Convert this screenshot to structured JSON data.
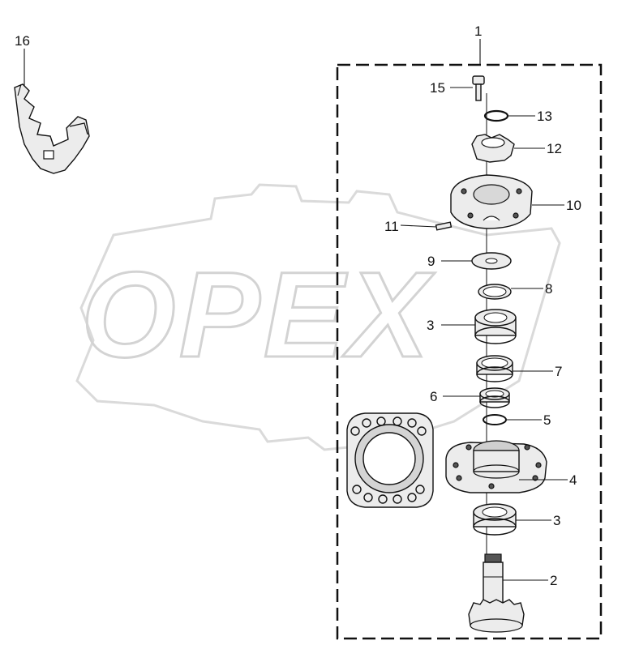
{
  "watermark": {
    "text": "OPEX"
  },
  "assembly_label": "1",
  "callouts": [
    {
      "id": "c16",
      "text": "16"
    },
    {
      "id": "c15",
      "text": "15"
    },
    {
      "id": "c13",
      "text": "13"
    },
    {
      "id": "c12",
      "text": "12"
    },
    {
      "id": "c10",
      "text": "10"
    },
    {
      "id": "c11",
      "text": "11"
    },
    {
      "id": "c9",
      "text": "9"
    },
    {
      "id": "c8",
      "text": "8"
    },
    {
      "id": "c3a",
      "text": "3"
    },
    {
      "id": "c7",
      "text": "7"
    },
    {
      "id": "c6",
      "text": "6"
    },
    {
      "id": "c5",
      "text": "5"
    },
    {
      "id": "c4",
      "text": "4"
    },
    {
      "id": "c3b",
      "text": "3"
    },
    {
      "id": "c2",
      "text": "2"
    }
  ]
}
